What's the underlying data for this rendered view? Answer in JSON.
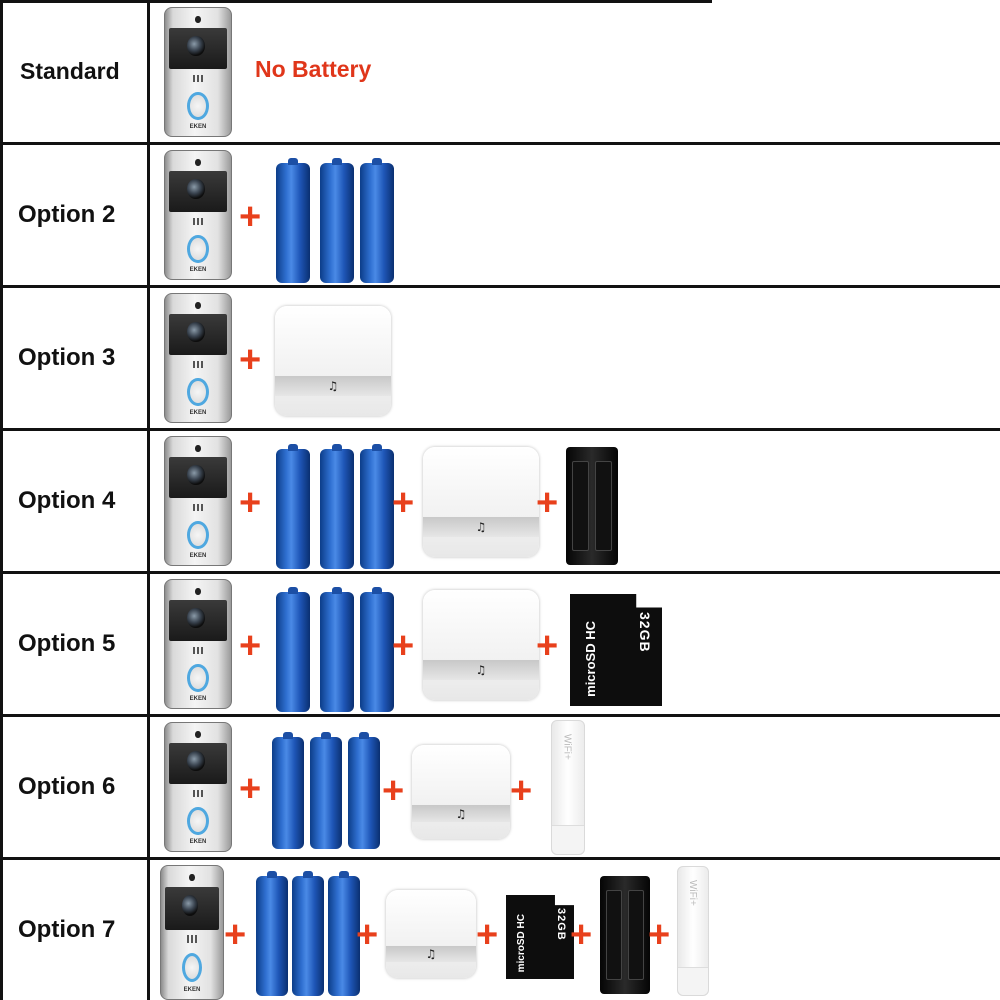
{
  "rows": [
    {
      "label": "Standard",
      "note": "No Battery"
    },
    {
      "label": "Option 2"
    },
    {
      "label": "Option 3"
    },
    {
      "label": "Option 4"
    },
    {
      "label": "Option 5"
    },
    {
      "label": "Option 6"
    },
    {
      "label": "Option 7"
    }
  ],
  "doorbell_brand": "EKEN",
  "plus_symbol": "+",
  "chime_note": "♫",
  "sd_card": {
    "capacity": "32GB",
    "brand": "microSD HC"
  },
  "wifi_label": "WiFi+",
  "colors": {
    "accent": "#e8401c",
    "battery": "#2f6fd0",
    "ring": "#4fa8e0"
  }
}
